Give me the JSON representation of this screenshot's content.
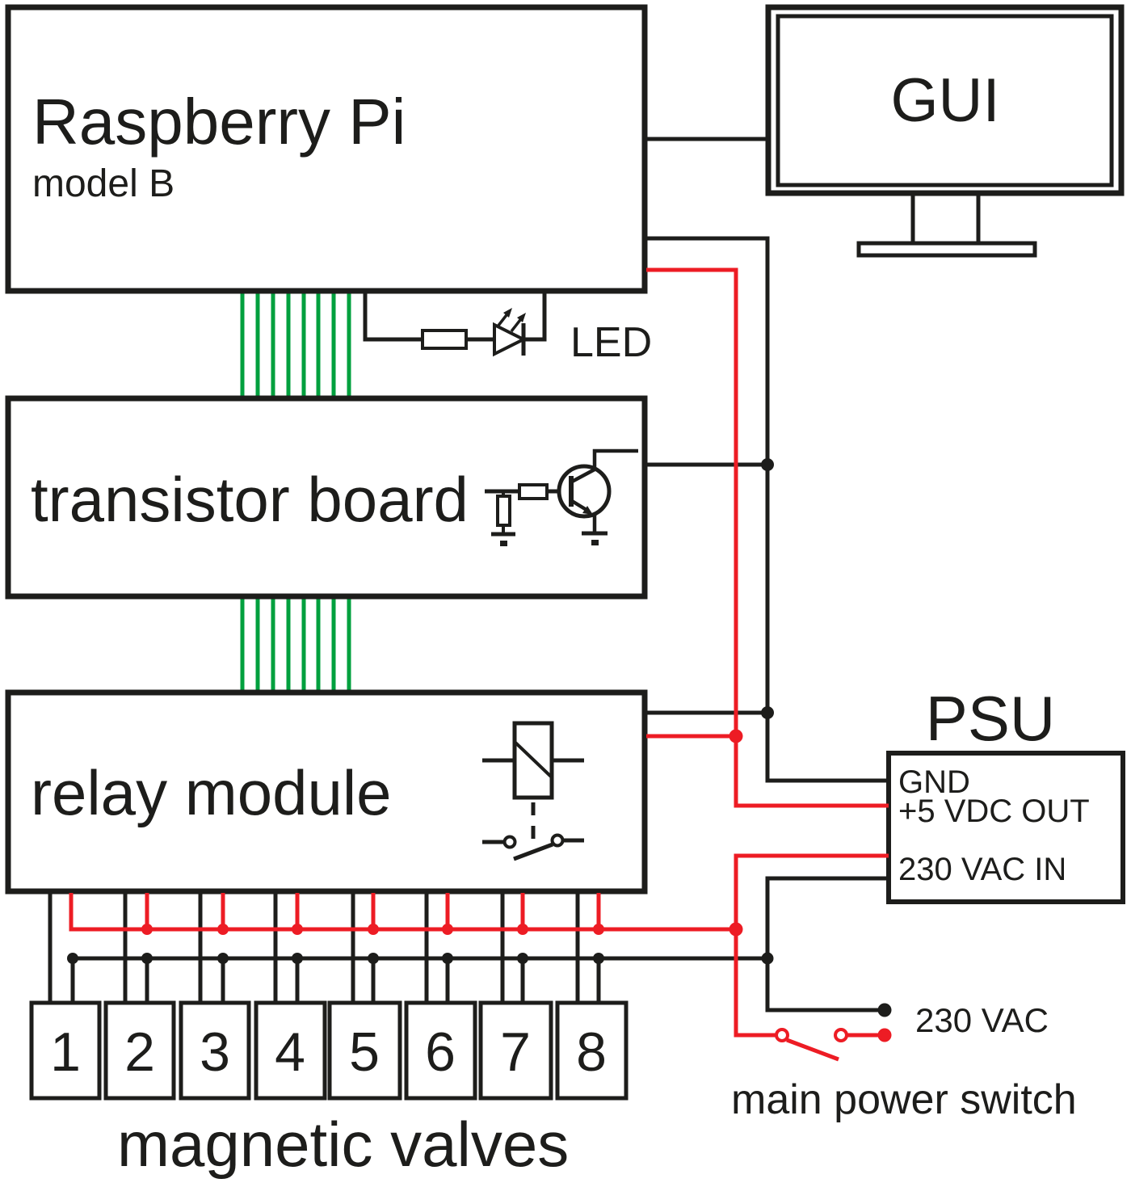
{
  "colors": {
    "line": "#1d1d1b",
    "red": "#ED1C24",
    "green": "#00A03E"
  },
  "raspberry_pi": {
    "title": "Raspberry Pi",
    "subtitle": "model B"
  },
  "gui": {
    "label": "GUI"
  },
  "led": {
    "label": "LED"
  },
  "transistor_board": {
    "label": "transistor board"
  },
  "relay_module": {
    "label": "relay module"
  },
  "psu": {
    "title": "PSU",
    "port_gnd": "GND",
    "port_5vdc": "+5 VDC OUT",
    "port_230vac": "230 VAC IN"
  },
  "mains": {
    "voltage_label": "230 VAC",
    "switch_label": "main power switch"
  },
  "valves": {
    "caption": "magnetic valves",
    "labels": [
      "1",
      "2",
      "3",
      "4",
      "5",
      "6",
      "7",
      "8"
    ]
  }
}
